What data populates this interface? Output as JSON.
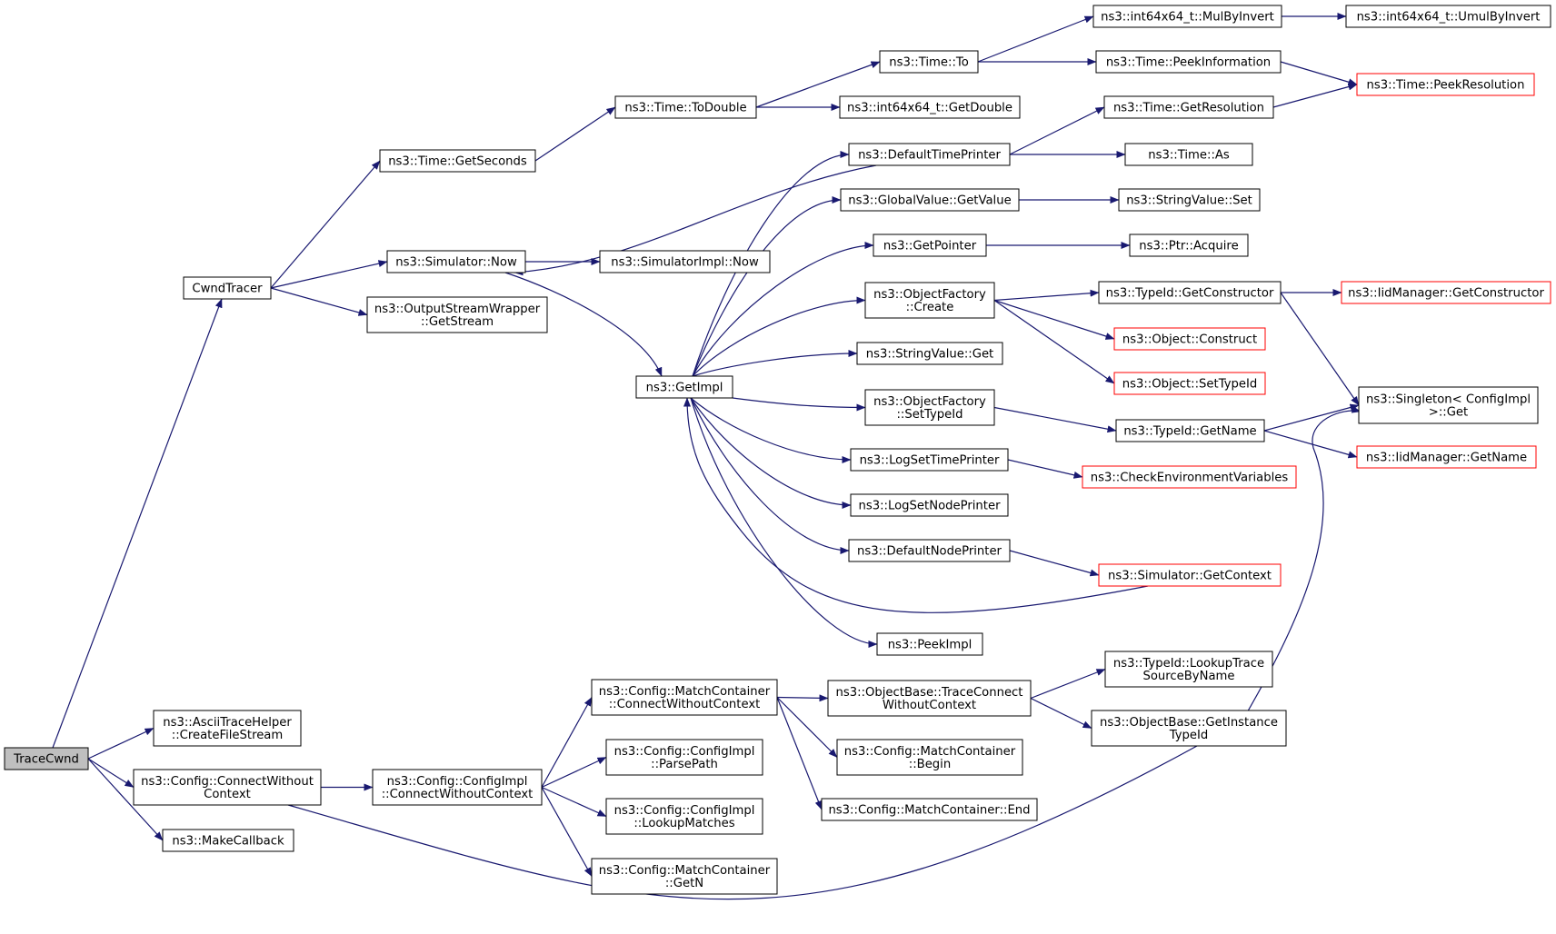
{
  "colors": {
    "edge": "#191970",
    "box_normal": "#000000",
    "box_truncated": "#ff0000",
    "box_root_fill": "#bfbfbf",
    "box_fill": "#ffffff"
  },
  "nodes": [
    {
      "id": "tracecwnd",
      "lines": [
        "TraceCwnd"
      ],
      "style": "root"
    },
    {
      "id": "cwndtracer",
      "lines": [
        "CwndTracer"
      ],
      "style": "normal"
    },
    {
      "id": "time-getseconds",
      "lines": [
        "ns3::Time::GetSeconds"
      ],
      "style": "normal"
    },
    {
      "id": "time-todouble",
      "lines": [
        "ns3::Time::ToDouble"
      ],
      "style": "normal"
    },
    {
      "id": "time-to",
      "lines": [
        "ns3::Time::To"
      ],
      "style": "normal"
    },
    {
      "id": "int64-mulbyinvert",
      "lines": [
        "ns3::int64x64_t::MulByInvert"
      ],
      "style": "normal"
    },
    {
      "id": "int64-umulbyinvert",
      "lines": [
        "ns3::int64x64_t::UmulByInvert"
      ],
      "style": "normal"
    },
    {
      "id": "time-peekinformation",
      "lines": [
        "ns3::Time::PeekInformation"
      ],
      "style": "normal"
    },
    {
      "id": "time-peekresolution",
      "lines": [
        "ns3::Time::PeekResolution"
      ],
      "style": "truncated"
    },
    {
      "id": "int64-getdouble",
      "lines": [
        "ns3::int64x64_t::GetDouble"
      ],
      "style": "normal"
    },
    {
      "id": "time-getresolution",
      "lines": [
        "ns3::Time::GetResolution"
      ],
      "style": "normal"
    },
    {
      "id": "defaulttimeprinter",
      "lines": [
        "ns3::DefaultTimePrinter"
      ],
      "style": "normal"
    },
    {
      "id": "time-as",
      "lines": [
        "ns3::Time::As"
      ],
      "style": "normal"
    },
    {
      "id": "globalvalue-getvalue",
      "lines": [
        "ns3::GlobalValue::GetValue"
      ],
      "style": "normal"
    },
    {
      "id": "stringvalue-set",
      "lines": [
        "ns3::StringValue::Set"
      ],
      "style": "normal"
    },
    {
      "id": "getpointer",
      "lines": [
        "ns3::GetPointer"
      ],
      "style": "normal"
    },
    {
      "id": "ptr-acquire",
      "lines": [
        "ns3::Ptr::Acquire"
      ],
      "style": "normal"
    },
    {
      "id": "objectfactory-create",
      "lines": [
        "ns3::ObjectFactory",
        "::Create"
      ],
      "style": "normal"
    },
    {
      "id": "typeid-getconstructor",
      "lines": [
        "ns3::TypeId::GetConstructor"
      ],
      "style": "normal"
    },
    {
      "id": "iidmanager-getconstructor",
      "lines": [
        "ns3::IidManager::GetConstructor"
      ],
      "style": "truncated"
    },
    {
      "id": "object-construct",
      "lines": [
        "ns3::Object::Construct"
      ],
      "style": "truncated"
    },
    {
      "id": "object-settypeid",
      "lines": [
        "ns3::Object::SetTypeId"
      ],
      "style": "truncated"
    },
    {
      "id": "stringvalue-get",
      "lines": [
        "ns3::StringValue::Get"
      ],
      "style": "normal"
    },
    {
      "id": "objectfactory-settypeid",
      "lines": [
        "ns3::ObjectFactory",
        "::SetTypeId"
      ],
      "style": "normal"
    },
    {
      "id": "typeid-getname",
      "lines": [
        "ns3::TypeId::GetName"
      ],
      "style": "normal"
    },
    {
      "id": "singleton-get",
      "lines": [
        "ns3::Singleton< ConfigImpl",
        " >::Get"
      ],
      "style": "normal"
    },
    {
      "id": "iidmanager-getname",
      "lines": [
        "ns3::IidManager::GetName"
      ],
      "style": "truncated"
    },
    {
      "id": "logsettimeprinter",
      "lines": [
        "ns3::LogSetTimePrinter"
      ],
      "style": "normal"
    },
    {
      "id": "checkenvvars",
      "lines": [
        "ns3::CheckEnvironmentVariables"
      ],
      "style": "truncated"
    },
    {
      "id": "logsetnodeprinter",
      "lines": [
        "ns3::LogSetNodePrinter"
      ],
      "style": "normal"
    },
    {
      "id": "defaultnodeprinter",
      "lines": [
        "ns3::DefaultNodePrinter"
      ],
      "style": "normal"
    },
    {
      "id": "simulator-getcontext",
      "lines": [
        "ns3::Simulator::GetContext"
      ],
      "style": "truncated"
    },
    {
      "id": "peekimpl",
      "lines": [
        "ns3::PeekImpl"
      ],
      "style": "normal"
    },
    {
      "id": "simulator-now",
      "lines": [
        "ns3::Simulator::Now"
      ],
      "style": "normal"
    },
    {
      "id": "simulatorimpl-now",
      "lines": [
        "ns3::SimulatorImpl::Now"
      ],
      "style": "normal"
    },
    {
      "id": "outputstreamwrapper-getstream",
      "lines": [
        "ns3::OutputStreamWrapper",
        "::GetStream"
      ],
      "style": "normal"
    },
    {
      "id": "getimpl",
      "lines": [
        "ns3::GetImpl"
      ],
      "style": "normal"
    },
    {
      "id": "asciitracehelper-createfilestream",
      "lines": [
        "ns3::AsciiTraceHelper",
        "::CreateFileStream"
      ],
      "style": "normal"
    },
    {
      "id": "config-connectwithoutcontext",
      "lines": [
        "ns3::Config::ConnectWithout",
        "Context"
      ],
      "style": "normal"
    },
    {
      "id": "makecallback",
      "lines": [
        "ns3::MakeCallback"
      ],
      "style": "normal"
    },
    {
      "id": "configimpl-connectwithoutcontext",
      "lines": [
        "ns3::Config::ConfigImpl",
        "::ConnectWithoutContext"
      ],
      "style": "normal"
    },
    {
      "id": "matchcontainer-connectwithoutcontext",
      "lines": [
        "ns3::Config::MatchContainer",
        "::ConnectWithoutContext"
      ],
      "style": "normal"
    },
    {
      "id": "configimpl-parsepath",
      "lines": [
        "ns3::Config::ConfigImpl",
        "::ParsePath"
      ],
      "style": "normal"
    },
    {
      "id": "configimpl-lookupmatches",
      "lines": [
        "ns3::Config::ConfigImpl",
        "::LookupMatches"
      ],
      "style": "normal"
    },
    {
      "id": "matchcontainer-getn",
      "lines": [
        "ns3::Config::MatchContainer",
        "::GetN"
      ],
      "style": "normal"
    },
    {
      "id": "objectbase-traceconnectwithoutcontext",
      "lines": [
        "ns3::ObjectBase::TraceConnect",
        "WithoutContext"
      ],
      "style": "normal"
    },
    {
      "id": "matchcontainer-begin",
      "lines": [
        "ns3::Config::MatchContainer",
        "::Begin"
      ],
      "style": "normal"
    },
    {
      "id": "matchcontainer-end",
      "lines": [
        "ns3::Config::MatchContainer::End"
      ],
      "style": "normal"
    },
    {
      "id": "typeid-lookuptracesourcebyname",
      "lines": [
        "ns3::TypeId::LookupTrace",
        "SourceByName"
      ],
      "style": "normal"
    },
    {
      "id": "objectbase-getinstancetypeid",
      "lines": [
        "ns3::ObjectBase::GetInstance",
        "TypeId"
      ],
      "style": "normal"
    }
  ],
  "edges": [
    [
      "tracecwnd",
      "cwndtracer"
    ],
    [
      "tracecwnd",
      "asciitracehelper-createfilestream"
    ],
    [
      "tracecwnd",
      "config-connectwithoutcontext"
    ],
    [
      "tracecwnd",
      "makecallback"
    ],
    [
      "cwndtracer",
      "time-getseconds"
    ],
    [
      "cwndtracer",
      "simulator-now"
    ],
    [
      "cwndtracer",
      "outputstreamwrapper-getstream"
    ],
    [
      "time-getseconds",
      "time-todouble"
    ],
    [
      "time-todouble",
      "time-to"
    ],
    [
      "time-todouble",
      "int64-getdouble"
    ],
    [
      "time-to",
      "int64-mulbyinvert"
    ],
    [
      "time-to",
      "time-peekinformation"
    ],
    [
      "int64-mulbyinvert",
      "int64-umulbyinvert"
    ],
    [
      "time-peekinformation",
      "time-peekresolution"
    ],
    [
      "time-getresolution",
      "time-peekresolution"
    ],
    [
      "simulator-now",
      "simulatorimpl-now"
    ],
    [
      "simulator-now",
      "getimpl"
    ],
    [
      "defaulttimeprinter",
      "time-getresolution"
    ],
    [
      "defaulttimeprinter",
      "time-as"
    ],
    [
      "defaulttimeprinter",
      "simulator-now"
    ],
    [
      "getimpl",
      "defaulttimeprinter"
    ],
    [
      "getimpl",
      "globalvalue-getvalue"
    ],
    [
      "getimpl",
      "getpointer"
    ],
    [
      "getimpl",
      "objectfactory-create"
    ],
    [
      "getimpl",
      "stringvalue-get"
    ],
    [
      "getimpl",
      "objectfactory-settypeid"
    ],
    [
      "getimpl",
      "logsettimeprinter"
    ],
    [
      "getimpl",
      "logsetnodeprinter"
    ],
    [
      "getimpl",
      "defaultnodeprinter"
    ],
    [
      "getimpl",
      "peekimpl"
    ],
    [
      "globalvalue-getvalue",
      "stringvalue-set"
    ],
    [
      "getpointer",
      "ptr-acquire"
    ],
    [
      "objectfactory-create",
      "typeid-getconstructor"
    ],
    [
      "objectfactory-create",
      "object-construct"
    ],
    [
      "objectfactory-create",
      "object-settypeid"
    ],
    [
      "typeid-getconstructor",
      "iidmanager-getconstructor"
    ],
    [
      "typeid-getconstructor",
      "singleton-get"
    ],
    [
      "objectfactory-settypeid",
      "typeid-getname"
    ],
    [
      "typeid-getname",
      "singleton-get"
    ],
    [
      "typeid-getname",
      "iidmanager-getname"
    ],
    [
      "logsettimeprinter",
      "checkenvvars"
    ],
    [
      "defaultnodeprinter",
      "simulator-getcontext"
    ],
    [
      "simulator-getcontext",
      "getimpl"
    ],
    [
      "config-connectwithoutcontext",
      "configimpl-connectwithoutcontext"
    ],
    [
      "config-connectwithoutcontext",
      "singleton-get"
    ],
    [
      "configimpl-connectwithoutcontext",
      "matchcontainer-connectwithoutcontext"
    ],
    [
      "configimpl-connectwithoutcontext",
      "configimpl-parsepath"
    ],
    [
      "configimpl-connectwithoutcontext",
      "configimpl-lookupmatches"
    ],
    [
      "configimpl-connectwithoutcontext",
      "matchcontainer-getn"
    ],
    [
      "matchcontainer-connectwithoutcontext",
      "objectbase-traceconnectwithoutcontext"
    ],
    [
      "matchcontainer-connectwithoutcontext",
      "matchcontainer-begin"
    ],
    [
      "matchcontainer-connectwithoutcontext",
      "matchcontainer-end"
    ],
    [
      "objectbase-traceconnectwithoutcontext",
      "typeid-lookuptracesourcebyname"
    ],
    [
      "objectbase-traceconnectwithoutcontext",
      "objectbase-getinstancetypeid"
    ]
  ]
}
